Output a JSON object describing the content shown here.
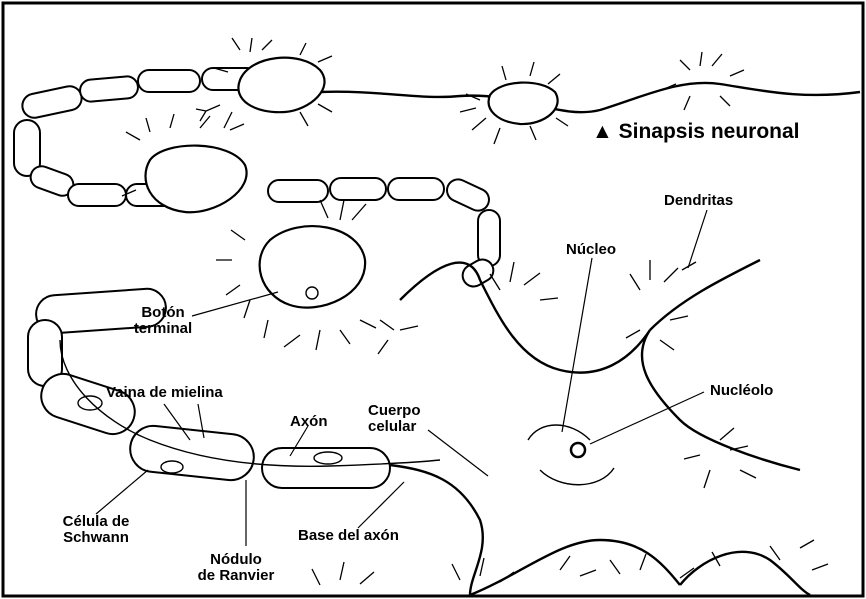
{
  "title": "▲ Sinapsis neuronal",
  "labels": {
    "dendritas": "Dendritas",
    "nucleo": "Núcleo",
    "nucleolo": "Nucléolo",
    "boton_line1": "Botón",
    "boton_line2": "terminal",
    "vaina": "Vaina de mielina",
    "axon": "Axón",
    "cuerpo_line1": "Cuerpo",
    "cuerpo_line2": "celular",
    "celula_line1": "Célula de",
    "celula_line2": "Schwann",
    "base_axon": "Base del axón",
    "nodulo_line1": "Nódulo",
    "nodulo_line2": "de Ranvier"
  },
  "colors": {
    "ink": "#000000",
    "paper": "#ffffff"
  }
}
